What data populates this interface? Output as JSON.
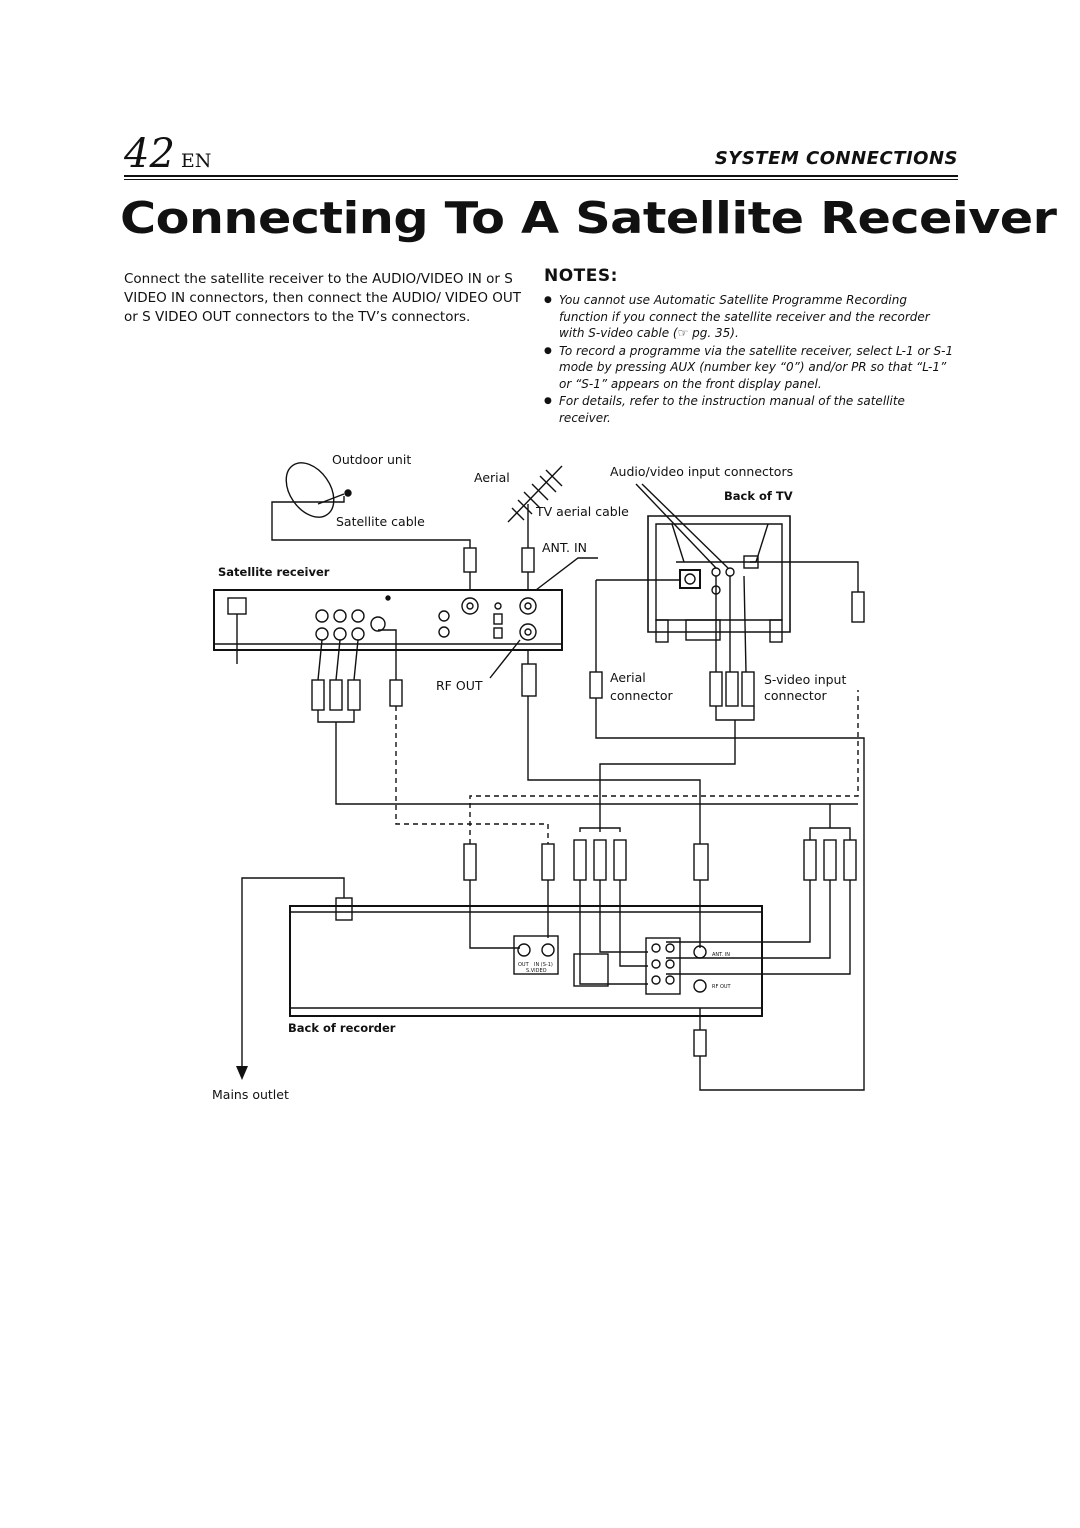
{
  "header": {
    "page_number": "42",
    "language": "EN",
    "section": "SYSTEM CONNECTIONS"
  },
  "title": "Connecting To A Satellite Receiver",
  "intro": "Connect the satellite receiver to the AUDIO/VIDEO IN or S VIDEO IN connectors, then connect the AUDIO/ VIDEO OUT or S VIDEO OUT connectors to the TV’s connectors.",
  "notes": {
    "heading": "NOTES:",
    "items": [
      "You cannot use Automatic Satellite Programme Recording function if you connect the satellite receiver and the recorder with S-video cable (☞ pg. 35).",
      "To record a programme via the satellite receiver, select L-1 or S-1 mode by pressing AUX (number key “0”) and/or PR so that “L-1” or “S-1” appears on the front display panel.",
      "For details, refer to the instruction manual of the satellite receiver."
    ]
  },
  "diagram": {
    "outdoor_unit": "Outdoor unit",
    "satellite_cable": "Satellite cable",
    "aerial": "Aerial",
    "tv_aerial_cable": "TV aerial cable",
    "ant_in": "ANT. IN",
    "satellite_receiver": "Satellite receiver",
    "rf_out": "RF OUT",
    "av_input_connectors": "Audio/video input connectors",
    "back_of_tv": "Back of TV",
    "aerial_connector_1": "Aerial",
    "aerial_connector_2": "connector",
    "svideo_input_1": "S-video input",
    "svideo_input_2": "connector",
    "back_of_recorder": "Back of recorder",
    "mains_outlet": "Mains outlet",
    "rec_out": "OUT",
    "rec_in": "IN (S-1)",
    "rec_svideo": "S.VIDEO",
    "rec_ant_in": "ANT. IN",
    "rec_rf_out": "RF OUT"
  }
}
